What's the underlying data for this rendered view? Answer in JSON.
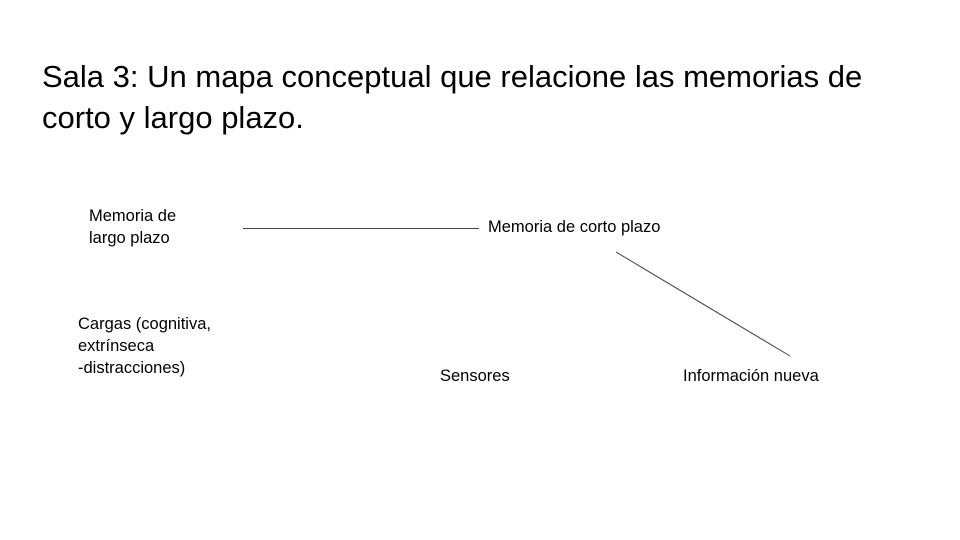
{
  "slide": {
    "title": "Sala 3: Un mapa conceptual que relacione las memorias de corto y largo plazo."
  },
  "concept_map": {
    "nodes": {
      "long_term_memory": "Memoria de\nlargo plazo",
      "short_term_memory": "Memoria de corto plazo",
      "loads": "Cargas (cognitiva,\nextrínseca\n-distracciones)",
      "sensors": "Sensores",
      "new_information": "Información nueva"
    },
    "connections": [
      {
        "from": "long_term_memory",
        "to": "short_term_memory"
      },
      {
        "from": "short_term_memory",
        "to": "new_information"
      }
    ],
    "line_color": "#444444"
  }
}
